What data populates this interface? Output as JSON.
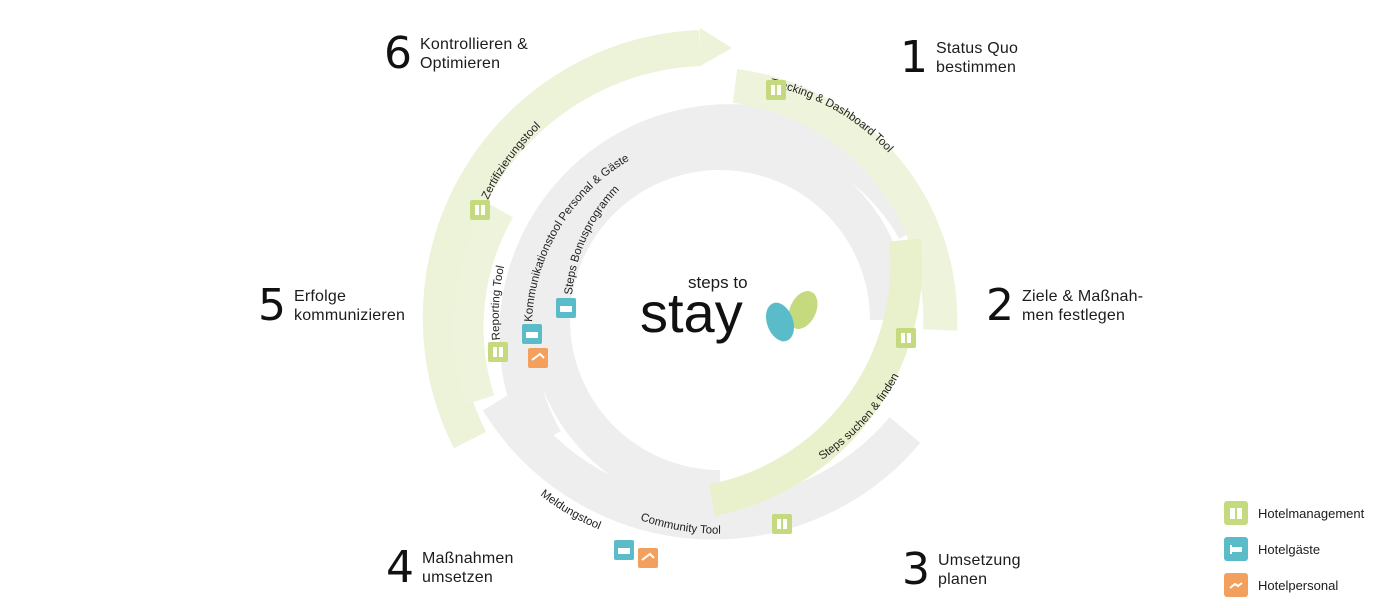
{
  "steps": [
    {
      "number": "1",
      "line1": "Status Quo",
      "line2": "bestimmen"
    },
    {
      "number": "2",
      "line1": "Ziele & Maßnah-",
      "line2": "men festlegen"
    },
    {
      "number": "3",
      "line1": "Umsetzung",
      "line2": "planen"
    },
    {
      "number": "4",
      "line1": "Maßnahmen",
      "line2": "umsetzen"
    },
    {
      "number": "5",
      "line1": "Erfolge",
      "line2": "kommunizieren"
    },
    {
      "number": "6",
      "line1": "Kontrollieren &",
      "line2": "Optimieren"
    }
  ],
  "tools": {
    "tracking": "Tracking & Dashboard Tool",
    "steps_suchen": "Steps suchen & finden",
    "community": "Community Tool",
    "meldung": "Meldungstool",
    "reporting": "Reporting Tool",
    "zertifizierung": "Zertifizierungstool",
    "kommunikation": "Kommunikationstool Personal & Gäste",
    "bonus": "Steps Bonusprogramm"
  },
  "logo": {
    "small": "steps to",
    "big": "stay"
  },
  "legend": [
    {
      "label": "Hotelmanagement",
      "color": "#c5da7e",
      "icon": "building-icon"
    },
    {
      "label": "Hotelgäste",
      "color": "#5bbcc9",
      "icon": "bed-icon"
    },
    {
      "label": "Hotelpersonal",
      "color": "#f3a05e",
      "icon": "hand-icon"
    }
  ],
  "colors": {
    "green": "#c5da7e",
    "green_light": "#edf3d9",
    "gray": "#ededed",
    "teal": "#5bbcc9",
    "orange": "#f3a05e"
  }
}
